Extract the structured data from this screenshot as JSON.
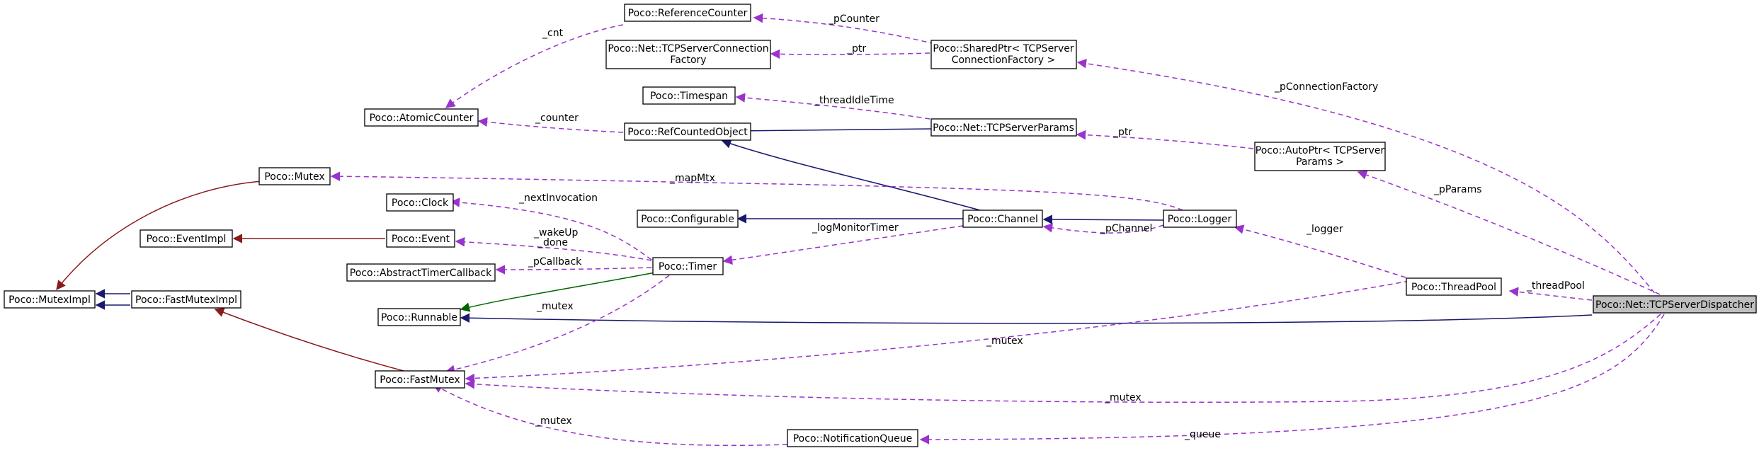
{
  "nodes": {
    "referenceCounter": "Poco::ReferenceCounter",
    "tcpServerConnectionFactory": [
      "Poco::Net::TCPServerConnection",
      "Factory"
    ],
    "sharedPtr": [
      "Poco::SharedPtr< TCPServer",
      "ConnectionFactory >"
    ],
    "timespan": "Poco::Timespan",
    "atomicCounter": "Poco::AtomicCounter",
    "refCountedObject": "Poco::RefCountedObject",
    "tcpServerParams": "Poco::Net::TCPServerParams",
    "autoPtr": [
      "Poco::AutoPtr< TCPServer",
      "Params >"
    ],
    "mutex": "Poco::Mutex",
    "clock": "Poco::Clock",
    "configurable": "Poco::Configurable",
    "channel": "Poco::Channel",
    "logger": "Poco::Logger",
    "eventImpl": "Poco::EventImpl",
    "event": "Poco::Event",
    "abstractTimerCallback": "Poco::AbstractTimerCallback",
    "timer": "Poco::Timer",
    "mutexImpl": "Poco::MutexImpl",
    "fastMutexImpl": "Poco::FastMutexImpl",
    "threadPool": "Poco::ThreadPool",
    "runnable": "Poco::Runnable",
    "dispatcher": "Poco::Net::TCPServerDispatcher",
    "fastMutex": "Poco::FastMutex",
    "notificationQueue": "Poco::NotificationQueue"
  },
  "edge_labels": {
    "cnt": "_cnt",
    "pCounter": "_pCounter",
    "ptr1": "_ptr",
    "pConnectionFactory": "_pConnectionFactory",
    "threadIdleTime": "_threadIdleTime",
    "counter": "_counter",
    "ptr2": "_ptr",
    "pParams": "_pParams",
    "mapMtx": "_mapMtx",
    "nextInvocation": "_nextInvocation",
    "logMonitorTimer": "_logMonitorTimer",
    "pChannel": "_pChannel",
    "logger": "_logger",
    "wakeUp": "_wakeUp",
    "done": "_done",
    "pCallback": "_pCallback",
    "threadPool": "_threadPool",
    "mutex1": "_mutex",
    "mutex2": "_mutex",
    "mutex3": "_mutex",
    "mutex4": "_mutex",
    "queue": "_queue"
  },
  "colors": {
    "inheritance": "#191970",
    "inheritance_green": "#006400",
    "inheritance_red": "#8b1a1a",
    "usage": "#9a32cd",
    "highlight_fill": "#bfbfbf"
  }
}
